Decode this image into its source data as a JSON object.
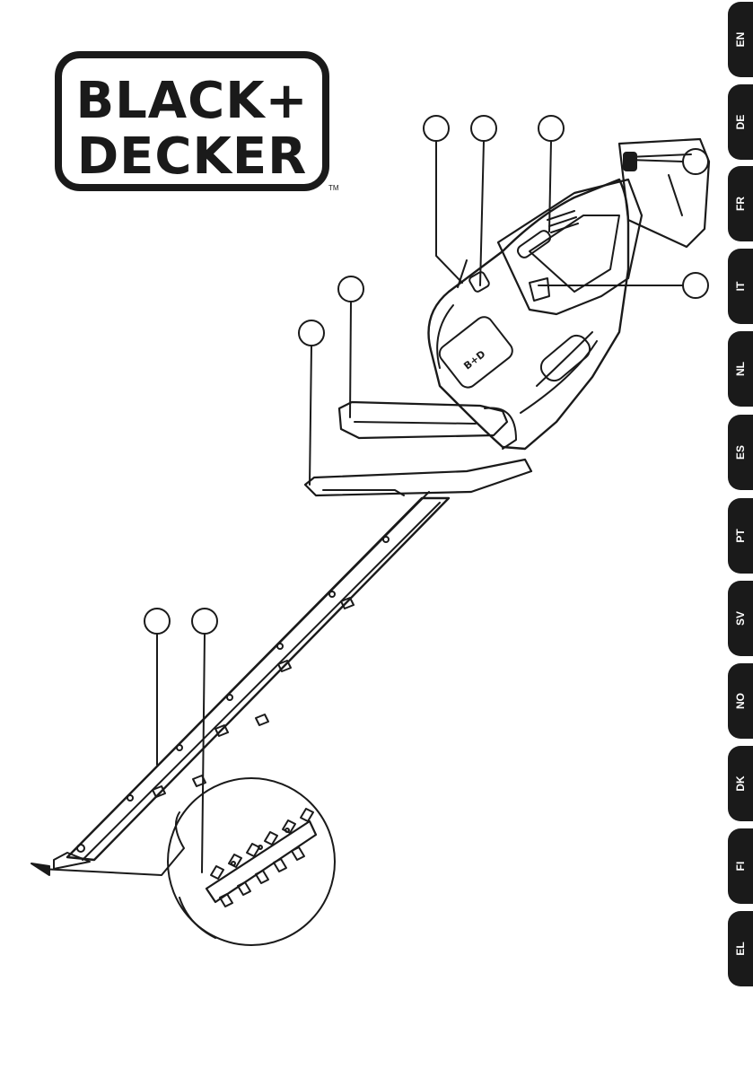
{
  "logo": {
    "line1": "BLACK+",
    "line2": "DECKER",
    "tm": "TM",
    "color": "#1a1a1a"
  },
  "language_tabs": [
    "EN",
    "DE",
    "FR",
    "IT",
    "NL",
    "ES",
    "PT",
    "SV",
    "NO",
    "DK",
    "FI",
    "EL"
  ],
  "colors": {
    "tab_bg": "#1a1a1a",
    "tab_text": "#ffffff",
    "line_art": "#1a1a1a"
  }
}
